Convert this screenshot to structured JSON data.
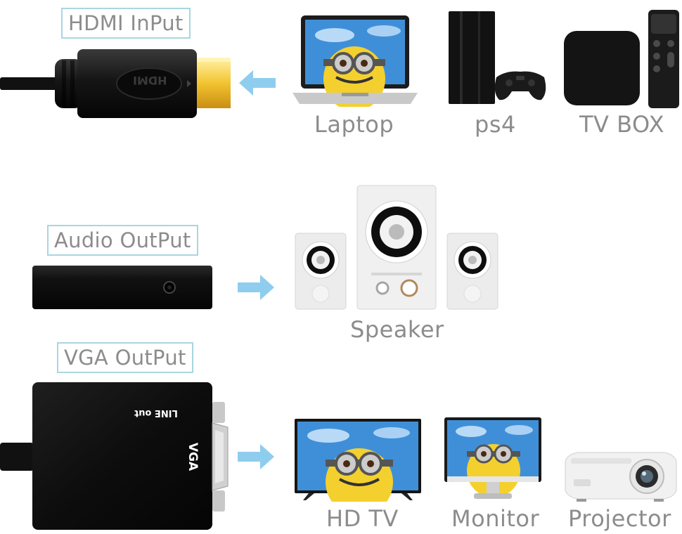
{
  "sections": {
    "hdmi_input": {
      "label": "HDMI InPut",
      "connector_text": "HDMI",
      "devices": [
        {
          "caption": "Laptop"
        },
        {
          "caption": "ps4"
        },
        {
          "caption": "TV BOX"
        }
      ]
    },
    "audio_output": {
      "label": "Audio OutPut",
      "devices": [
        {
          "caption": "Speaker"
        }
      ]
    },
    "vga_output": {
      "label": "VGA OutPut",
      "adapter_text_line_out": "LINE out",
      "adapter_text_vga": "VGA",
      "devices": [
        {
          "caption": "HD TV"
        },
        {
          "caption": "Monitor"
        },
        {
          "caption": "Projector"
        }
      ]
    }
  },
  "colors": {
    "label_border": "#a9d6df",
    "label_text": "#8c8c8c",
    "arrow": "#8fcdee",
    "adapter_body": "#0e0e0e",
    "hdmi_gold": "#f2c94c",
    "minion_yellow": "#f4d02f",
    "sky_blue": "#3f8fd8"
  }
}
